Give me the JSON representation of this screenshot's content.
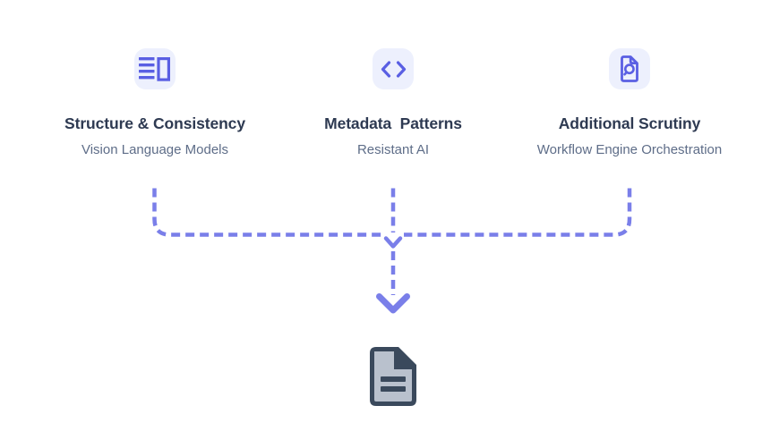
{
  "diagram": {
    "columns": [
      {
        "id": "structure-consistency",
        "icon": "list-box-icon",
        "title": "Structure & Consistency",
        "subtitle": "Vision Language Models"
      },
      {
        "id": "metadata-patterns",
        "icon": "code-icon",
        "title": "Metadata  Patterns",
        "subtitle": "Resistant AI"
      },
      {
        "id": "additional-scrutiny",
        "icon": "file-search-icon",
        "title": "Additional Scrutiny",
        "subtitle": "Workflow Engine Orchestration"
      }
    ],
    "output": {
      "icon": "document-icon"
    }
  },
  "colors": {
    "background": "#ffffff",
    "accent": "#5a5fe3",
    "icon_tile_bg": "#edf0fd",
    "connector": "#7a7fe9",
    "title_text": "#2e3a52",
    "subtitle_text": "#5e6d88",
    "document_dark": "#3a495c",
    "document_light": "#b9c1cd"
  }
}
